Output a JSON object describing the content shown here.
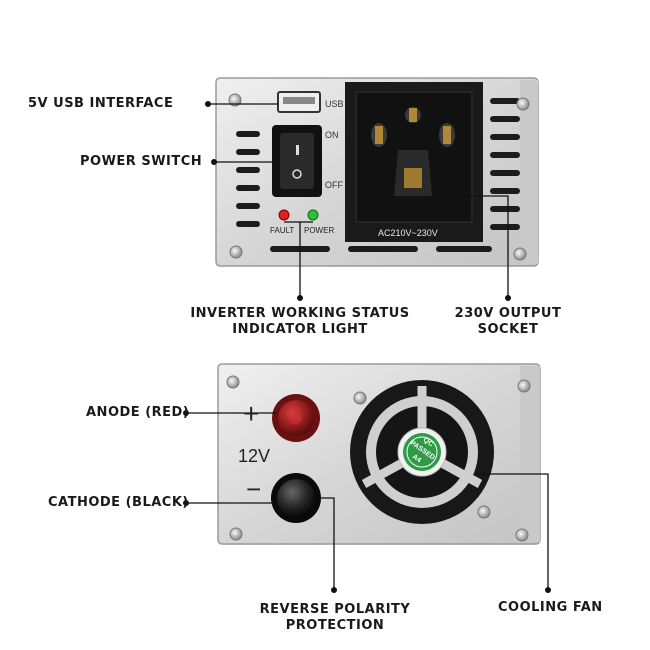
{
  "front_panel": {
    "usb_marker": "USB",
    "switch_on": "ON",
    "switch_off": "OFF",
    "led_fault": "FAULT",
    "led_power": "POWER",
    "socket_rating": "AC210V~230V"
  },
  "back_panel": {
    "plus_sign": "+",
    "minus_sign": "−",
    "voltage": "12V",
    "qc_sticker": "QC PASSED A4"
  },
  "callouts": {
    "usb": "5V USB INTERFACE",
    "switch": "POWER SWITCH",
    "status_line1": "INVERTER WORKING STATUS",
    "status_line2": "INDICATOR LIGHT",
    "socket_line1": "230V OUTPUT",
    "socket_line2": "SOCKET",
    "anode": "ANODE (RED)",
    "cathode": "CATHODE (BLACK)",
    "reverse_line1": "REVERSE POLARITY",
    "reverse_line2": "PROTECTION",
    "fan": "COOLING FAN"
  },
  "colors": {
    "panel": "#dcdcdc",
    "slot": "#1c1c1c",
    "led_red": "#e02020",
    "led_green": "#2fbf3a",
    "anode_red": "#8e1a1a",
    "sticker": "#2e9b45"
  }
}
